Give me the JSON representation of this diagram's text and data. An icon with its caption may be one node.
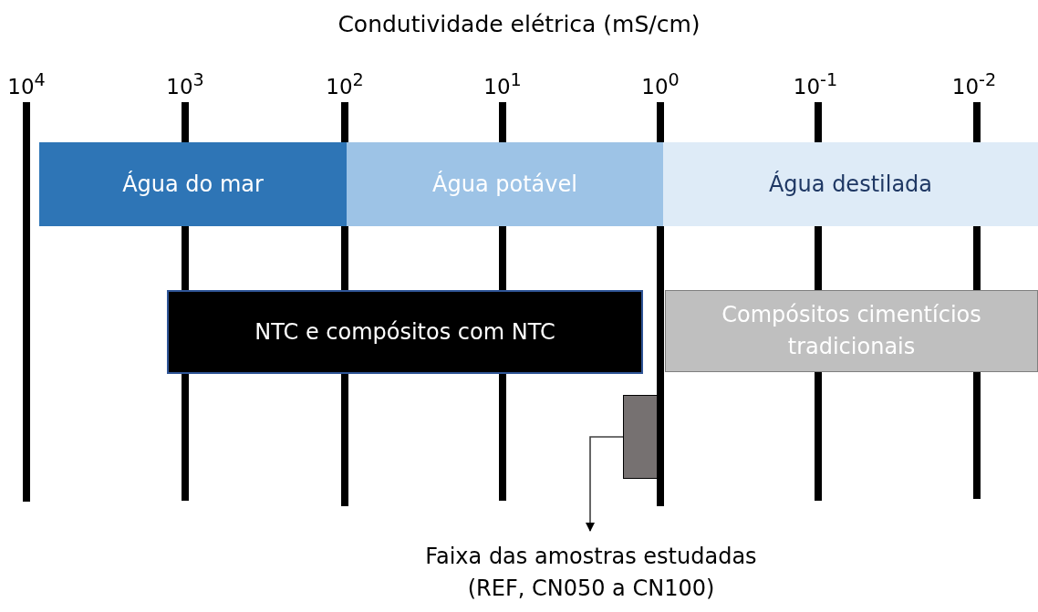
{
  "diagram": {
    "title": "Condutividade elétrica (mS/cm)",
    "nodes": [
      {
        "text": [
          "Água do mar"
        ]
      },
      {
        "text": [
          "Água potável"
        ]
      },
      {
        "text": [
          "Água destilada"
        ]
      },
      {
        "text": [
          "NTC e compósitos com NTC"
        ]
      },
      {
        "text": [
          "Compósitos cimentícios tradicionais"
        ]
      },
      {
        "text": [],
        "shape": "bar"
      },
      {
        "text": [
          "Faixa das amostras estudadas (REF, CN050 a CN100)"
        ]
      }
    ],
    "edges": [
      {
        "from": 5,
        "to": 6,
        "arrow": "to"
      }
    ],
    "labels": [
      "10$^{4}$",
      "10$^{3}$",
      "10$^{2}$",
      "10$^{1}$",
      "10$^{0}$",
      "10$^{-1}$",
      "10$^{-2}$"
    ]
  }
}
